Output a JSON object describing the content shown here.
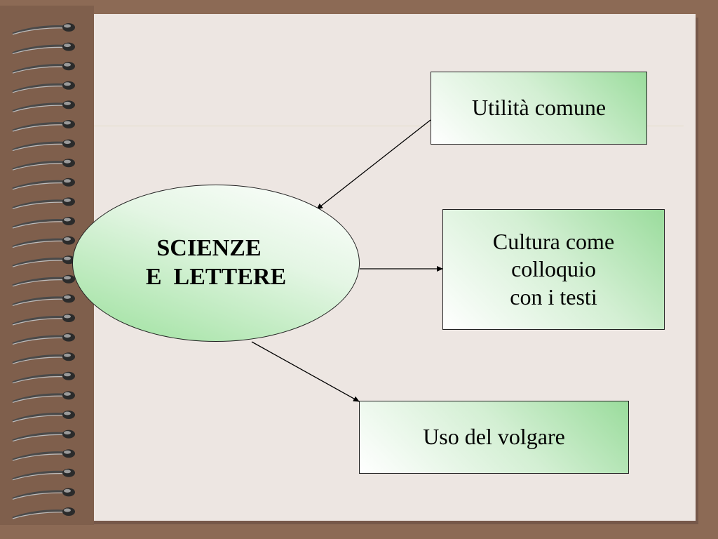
{
  "center": {
    "line1": "SCIENZE",
    "line2": "E  LETTERE"
  },
  "boxes": {
    "utilita": {
      "label": "Utilità comune"
    },
    "cultura": {
      "line1": "Cultura come",
      "line2": "colloquio",
      "line3": "con i testi"
    },
    "volgare": {
      "label": "Uso del volgare"
    }
  },
  "colors": {
    "background": "#8c6a55",
    "page": "#ede6e2",
    "box_gradient_green": "#9adc9c"
  }
}
